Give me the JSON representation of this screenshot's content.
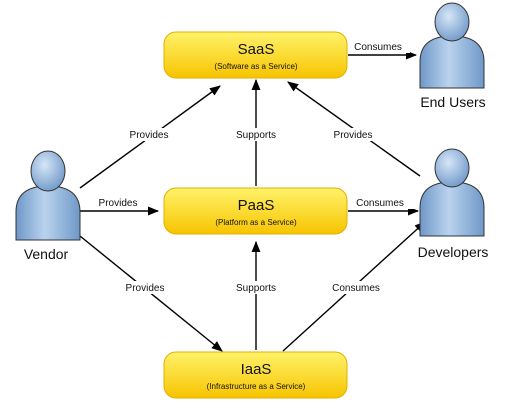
{
  "nodes": {
    "saas": {
      "title": "SaaS",
      "subtitle": "(Software as a Service)"
    },
    "paas": {
      "title": "PaaS",
      "subtitle": "(Platform as a Service)"
    },
    "iaas": {
      "title": "IaaS",
      "subtitle": "(Infrastructure as a Service)"
    }
  },
  "actors": {
    "vendor": {
      "label": "Vendor",
      "icon": "user-icon"
    },
    "end_users": {
      "label": "End Users",
      "icon": "user-icon"
    },
    "developers": {
      "label": "Developers",
      "icon": "user-icon"
    }
  },
  "edges": {
    "saas_end_users": "Consumes",
    "vendor_saas": "Provides",
    "paas_saas": "Supports",
    "developers_saas": "Provides",
    "vendor_paas": "Provides",
    "paas_developers": "Consumes",
    "vendor_iaas": "Provides",
    "iaas_paas": "Supports",
    "iaas_developers": "Consumes"
  },
  "colors": {
    "node_fill_top": "#fff36a",
    "node_fill_bottom": "#f7c400",
    "node_stroke": "#e0b000",
    "actor_fill_light": "#b9d3ee",
    "actor_fill_dark": "#6f98c8",
    "actor_stroke": "#333333",
    "edge": "#000000"
  }
}
